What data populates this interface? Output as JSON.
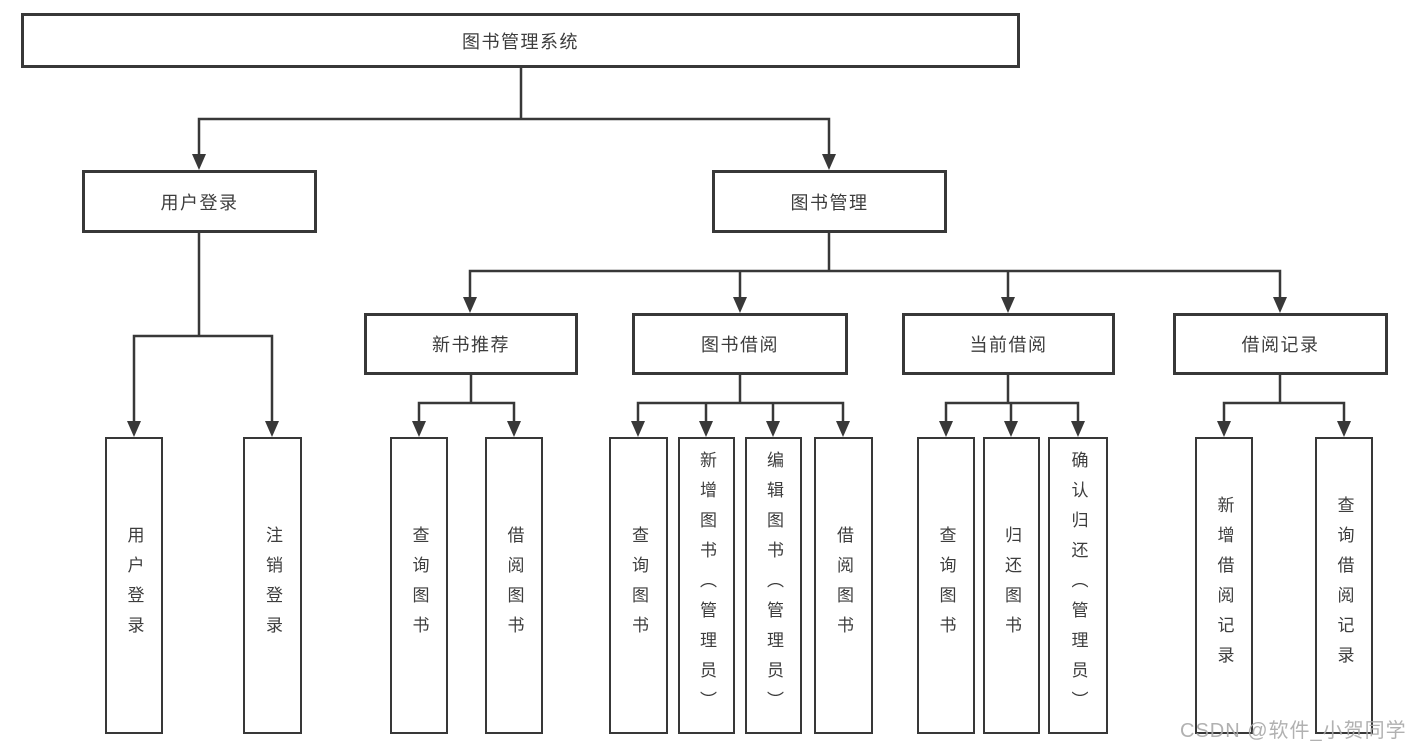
{
  "root": {
    "label": "图书管理系统"
  },
  "branches": [
    {
      "label": "用户登录",
      "children": [
        {
          "label": "用户登录"
        },
        {
          "label": "注销登录"
        }
      ]
    },
    {
      "label": "图书管理",
      "children": [
        {
          "label": "新书推荐",
          "children": [
            {
              "label": "查询图书"
            },
            {
              "label": "借阅图书"
            }
          ]
        },
        {
          "label": "图书借阅",
          "children": [
            {
              "label": "查询图书"
            },
            {
              "label": "新增图书（管理员）"
            },
            {
              "label": "编辑图书（管理员）"
            },
            {
              "label": "借阅图书"
            }
          ]
        },
        {
          "label": "当前借阅",
          "children": [
            {
              "label": "查询图书"
            },
            {
              "label": "归还图书"
            },
            {
              "label": "确认归还（管理员）"
            }
          ]
        },
        {
          "label": "借阅记录",
          "children": [
            {
              "label": "新增借阅记录"
            },
            {
              "label": "查询借阅记录"
            }
          ]
        }
      ]
    }
  ],
  "line_color": "#383838",
  "watermark": "CSDN @软件_小贺同学"
}
